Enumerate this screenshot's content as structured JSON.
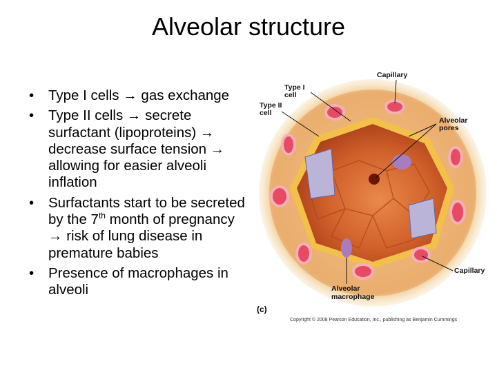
{
  "slide": {
    "title": "Alveolar structure",
    "bullets": [
      {
        "parts": [
          "Type I cells ",
          "→",
          " gas exchange"
        ]
      },
      {
        "parts": [
          "Type II cells ",
          "→",
          " secrete surfactant (lipoproteins) ",
          "→",
          " decrease surface tension ",
          "→",
          " allowing for easier alveoli inflation"
        ]
      },
      {
        "pre": "Surfactants start to be secreted by the 7",
        "sup": "th",
        "post": " month of pregnancy → risk of lung disease in premature babies"
      },
      {
        "parts": [
          "Presence of macrophages in alveoli"
        ]
      }
    ],
    "bullet_text": [
      "Type I cells → gas exchange",
      "Type II cells → secrete surfactant (lipoproteins) → decrease surface tension → allowing for easier alveoli inflation",
      "Surfactants start to be secreted by the 7",
      "th",
      " month of pregnancy → risk of lung disease in premature babies",
      "Presence of macrophages in alveoli"
    ]
  },
  "figure": {
    "labels": {
      "capillary_top": "Capillary",
      "type1_line1": "Type I",
      "type1_line2": "cell",
      "type2_line1": "Type II",
      "type2_line2": "cell",
      "pores_line1": "Alveolar",
      "pores_line2": "pores",
      "capillary_right": "Capillary",
      "macrophage_line1": "Alveolar",
      "macrophage_line2": "macrophage"
    },
    "panel_label": "(c)",
    "copyright": "Copyright © 2008 Pearson Education, Inc., publishing as Benjamin Cummings",
    "colors": {
      "wall": "#f3c04a",
      "lumen": "#c8501e",
      "interstitium": "#f7e2a8",
      "capillary": "#e84a64",
      "typeII": "#b9b4d8",
      "macrophage": "#a77cc0"
    }
  }
}
